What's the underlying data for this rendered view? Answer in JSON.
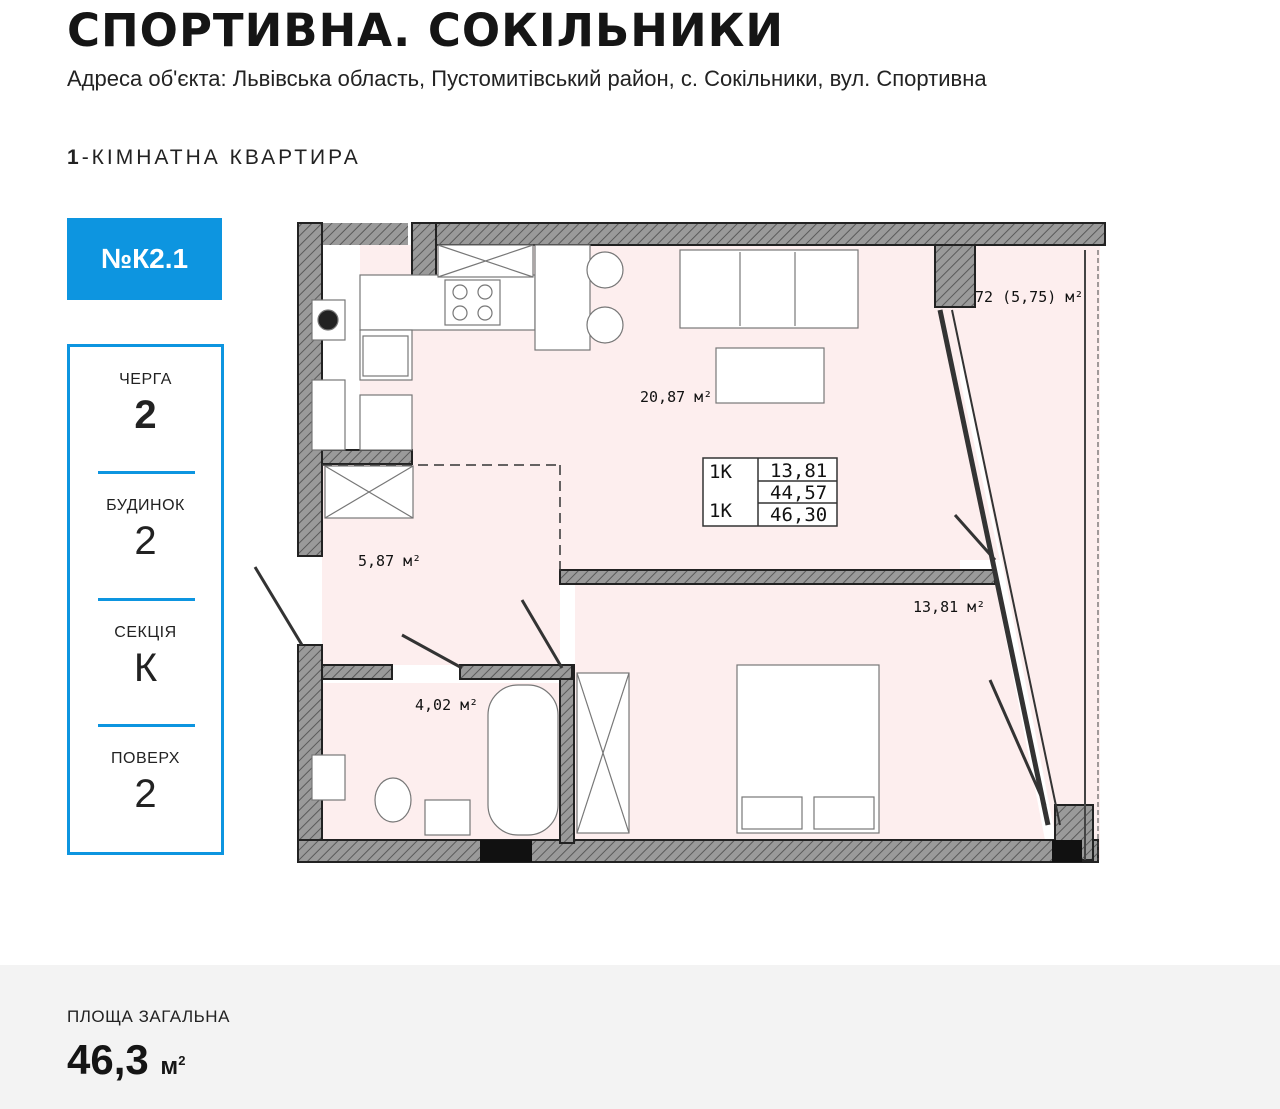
{
  "project": {
    "title": "СПОРТИВНА. СОКІЛЬНИКИ",
    "address": "Адреса об'єкта: Львівська область, Пустомитівський район, с. Сокільники, вул. Спортивна"
  },
  "apartment": {
    "rooms_count": "1",
    "rooms_label": "-КІМНАТНА КВАРТИРА",
    "number": "№К2.1"
  },
  "info": {
    "queue_label": "ЧЕРГА",
    "queue_value": "2",
    "building_label": "БУДИНОК",
    "building_value": "2",
    "section_label": "СЕКЦІЯ",
    "section_value": "К",
    "floor_label": "ПОВЕРХ",
    "floor_value": "2"
  },
  "plan": {
    "kitchen_living": "20,87 м²",
    "hall": "5,87 м²",
    "bathroom": "4,02 м²",
    "bedroom": "13,81 м²",
    "balcony": "72 (5,75) м²",
    "table": {
      "r1_label": "1К",
      "r1_value": "13,81",
      "r2_value": "44,57",
      "r3_label": "1К",
      "r3_value": "46,30"
    }
  },
  "summary": {
    "area_label": "ПЛОЩА ЗАГАЛЬНА",
    "area_value": "46,3",
    "area_unit": "м",
    "area_unit_sup": "2"
  },
  "colors": {
    "accent": "#0d95e0",
    "room_fill": "#fdeeee",
    "wall": "#8c8c8c"
  }
}
